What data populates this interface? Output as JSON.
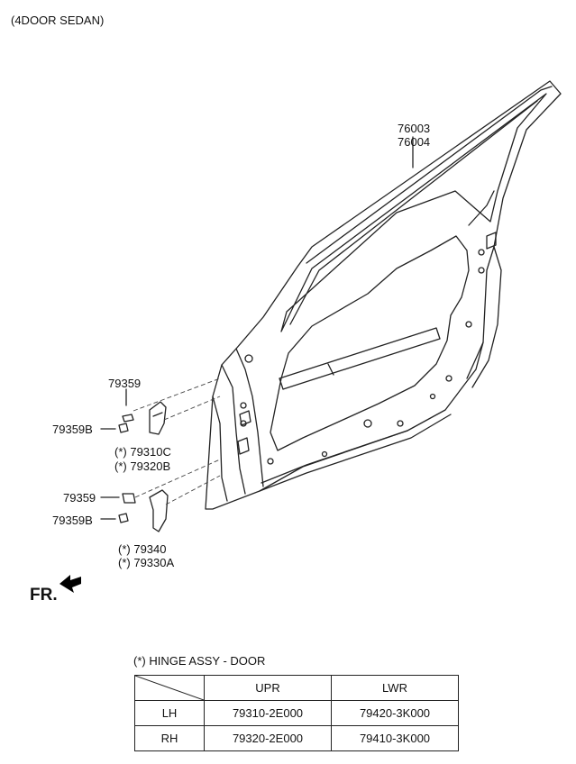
{
  "header": {
    "title": "(4DOOR SEDAN)"
  },
  "parts": {
    "door_panel": [
      "76003",
      "76004"
    ],
    "upper_hinge": {
      "bolt": "79359",
      "bolt_b": "79359B",
      "hinge_lh": "79310C",
      "hinge_rh": "79320B"
    },
    "lower_hinge": {
      "bolt": "79359",
      "bolt_b": "79359B",
      "hinge_lh": "79340",
      "hinge_rh": "79330A"
    },
    "asterisk_mark": "(*)"
  },
  "direction": {
    "label": "FR."
  },
  "hinge_table": {
    "caption": "(*) HINGE ASSY - DOOR",
    "columns": [
      "",
      "UPR",
      "LWR"
    ],
    "rows": [
      {
        "side": "LH",
        "upr": "79310-2E000",
        "lwr": "79420-3K000"
      },
      {
        "side": "RH",
        "upr": "79320-2E000",
        "lwr": "79410-3K000"
      }
    ]
  }
}
